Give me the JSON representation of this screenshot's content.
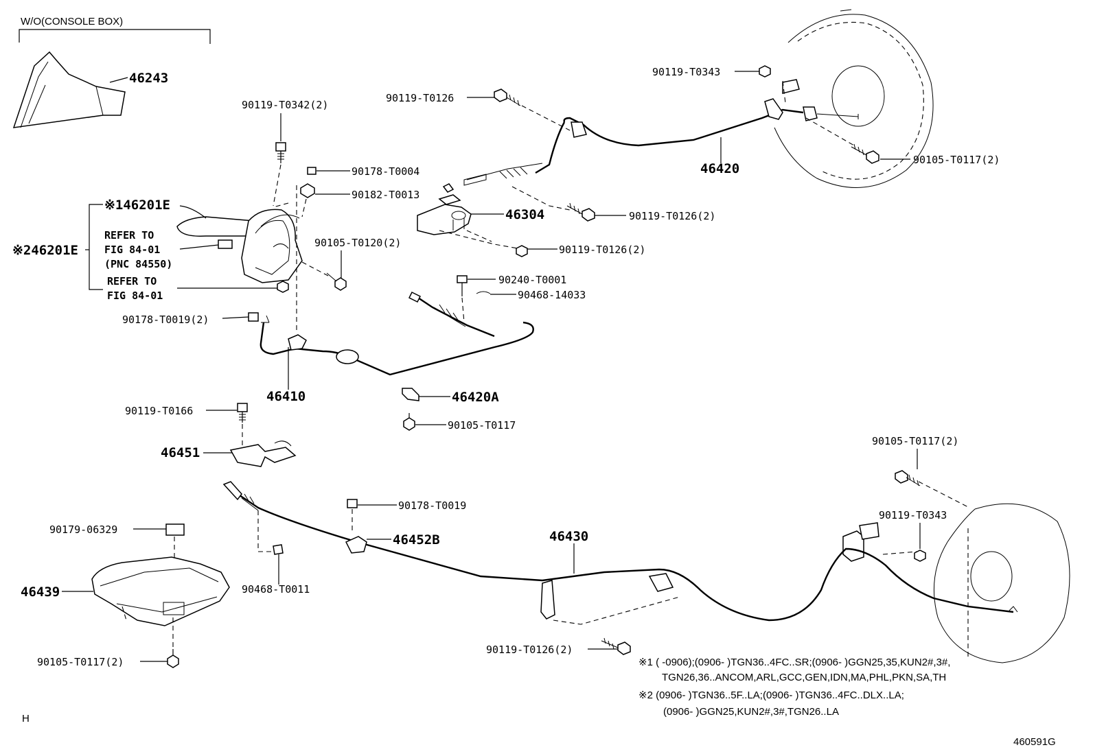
{
  "header": {
    "text": "W/O(CONSOLE BOX)"
  },
  "parts": {
    "p46243": "46243",
    "p90119_T0342": "90119-T0342(2)",
    "p90178_T0004": "90178-T0004",
    "p90182_T0013": "90182-T0013",
    "p46201E_1": "※146201E",
    "p46201E_2": "※246201E",
    "ref1_l1": "REFER TO",
    "ref1_l2": "FIG 84-01",
    "ref1_l3": "(PNC 84550)",
    "ref2_l1": "REFER TO",
    "ref2_l2": "FIG 84-01",
    "p90105_T0120": "90105-T0120(2)",
    "p90178_T0019_2": "90178-T0019(2)",
    "p46410": "46410",
    "p90119_T0166": "90119-T0166",
    "p46451": "46451",
    "p90119_T0126_top": "90119-T0126",
    "p90119_T0343_top": "90119-T0343",
    "p46420": "46420",
    "p90105_T0117_2_top": "90105-T0117(2)",
    "p46304": "46304",
    "p90119_T0126_2a": "90119-T0126(2)",
    "p90119_T0126_2b": "90119-T0126(2)",
    "p90240_T0001": "90240-T0001",
    "p90468_14033": "90468-14033",
    "p46420A": "46420A",
    "p90105_T0117": "90105-T0117",
    "p90105_T0117_2_right": "90105-T0117(2)",
    "p90119_T0343_right": "90119-T0343",
    "p90178_T0019": "90178-T0019",
    "p46452B": "46452B",
    "p46430": "46430",
    "p90179_06329": "90179-06329",
    "p46439": "46439",
    "p90468_T0011": "90468-T0011",
    "p90105_T0117_2_bottom": "90105-T0117(2)",
    "p90119_T0126_2_bottom": "90119-T0126(2)"
  },
  "notes": {
    "n1_l1": "※1 (       -0906);(0906-        )TGN36..4FC..SR;(0906-        )GGN25,35,KUN2#,3#,",
    "n1_l2": "TGN26,36..ANCOM,ARL,GCC,GEN,IDN,MA,PHL,PKN,SA,TH",
    "n2_l1": "※2 (0906-        )TGN36..5F..LA;(0906-        )TGN36..4FC..DLX..LA;",
    "n2_l2": "(0906-        )GGN25,KUN2#,3#,TGN26..LA"
  },
  "footer": {
    "corner_mark": "H",
    "figure_id": "460591G"
  }
}
